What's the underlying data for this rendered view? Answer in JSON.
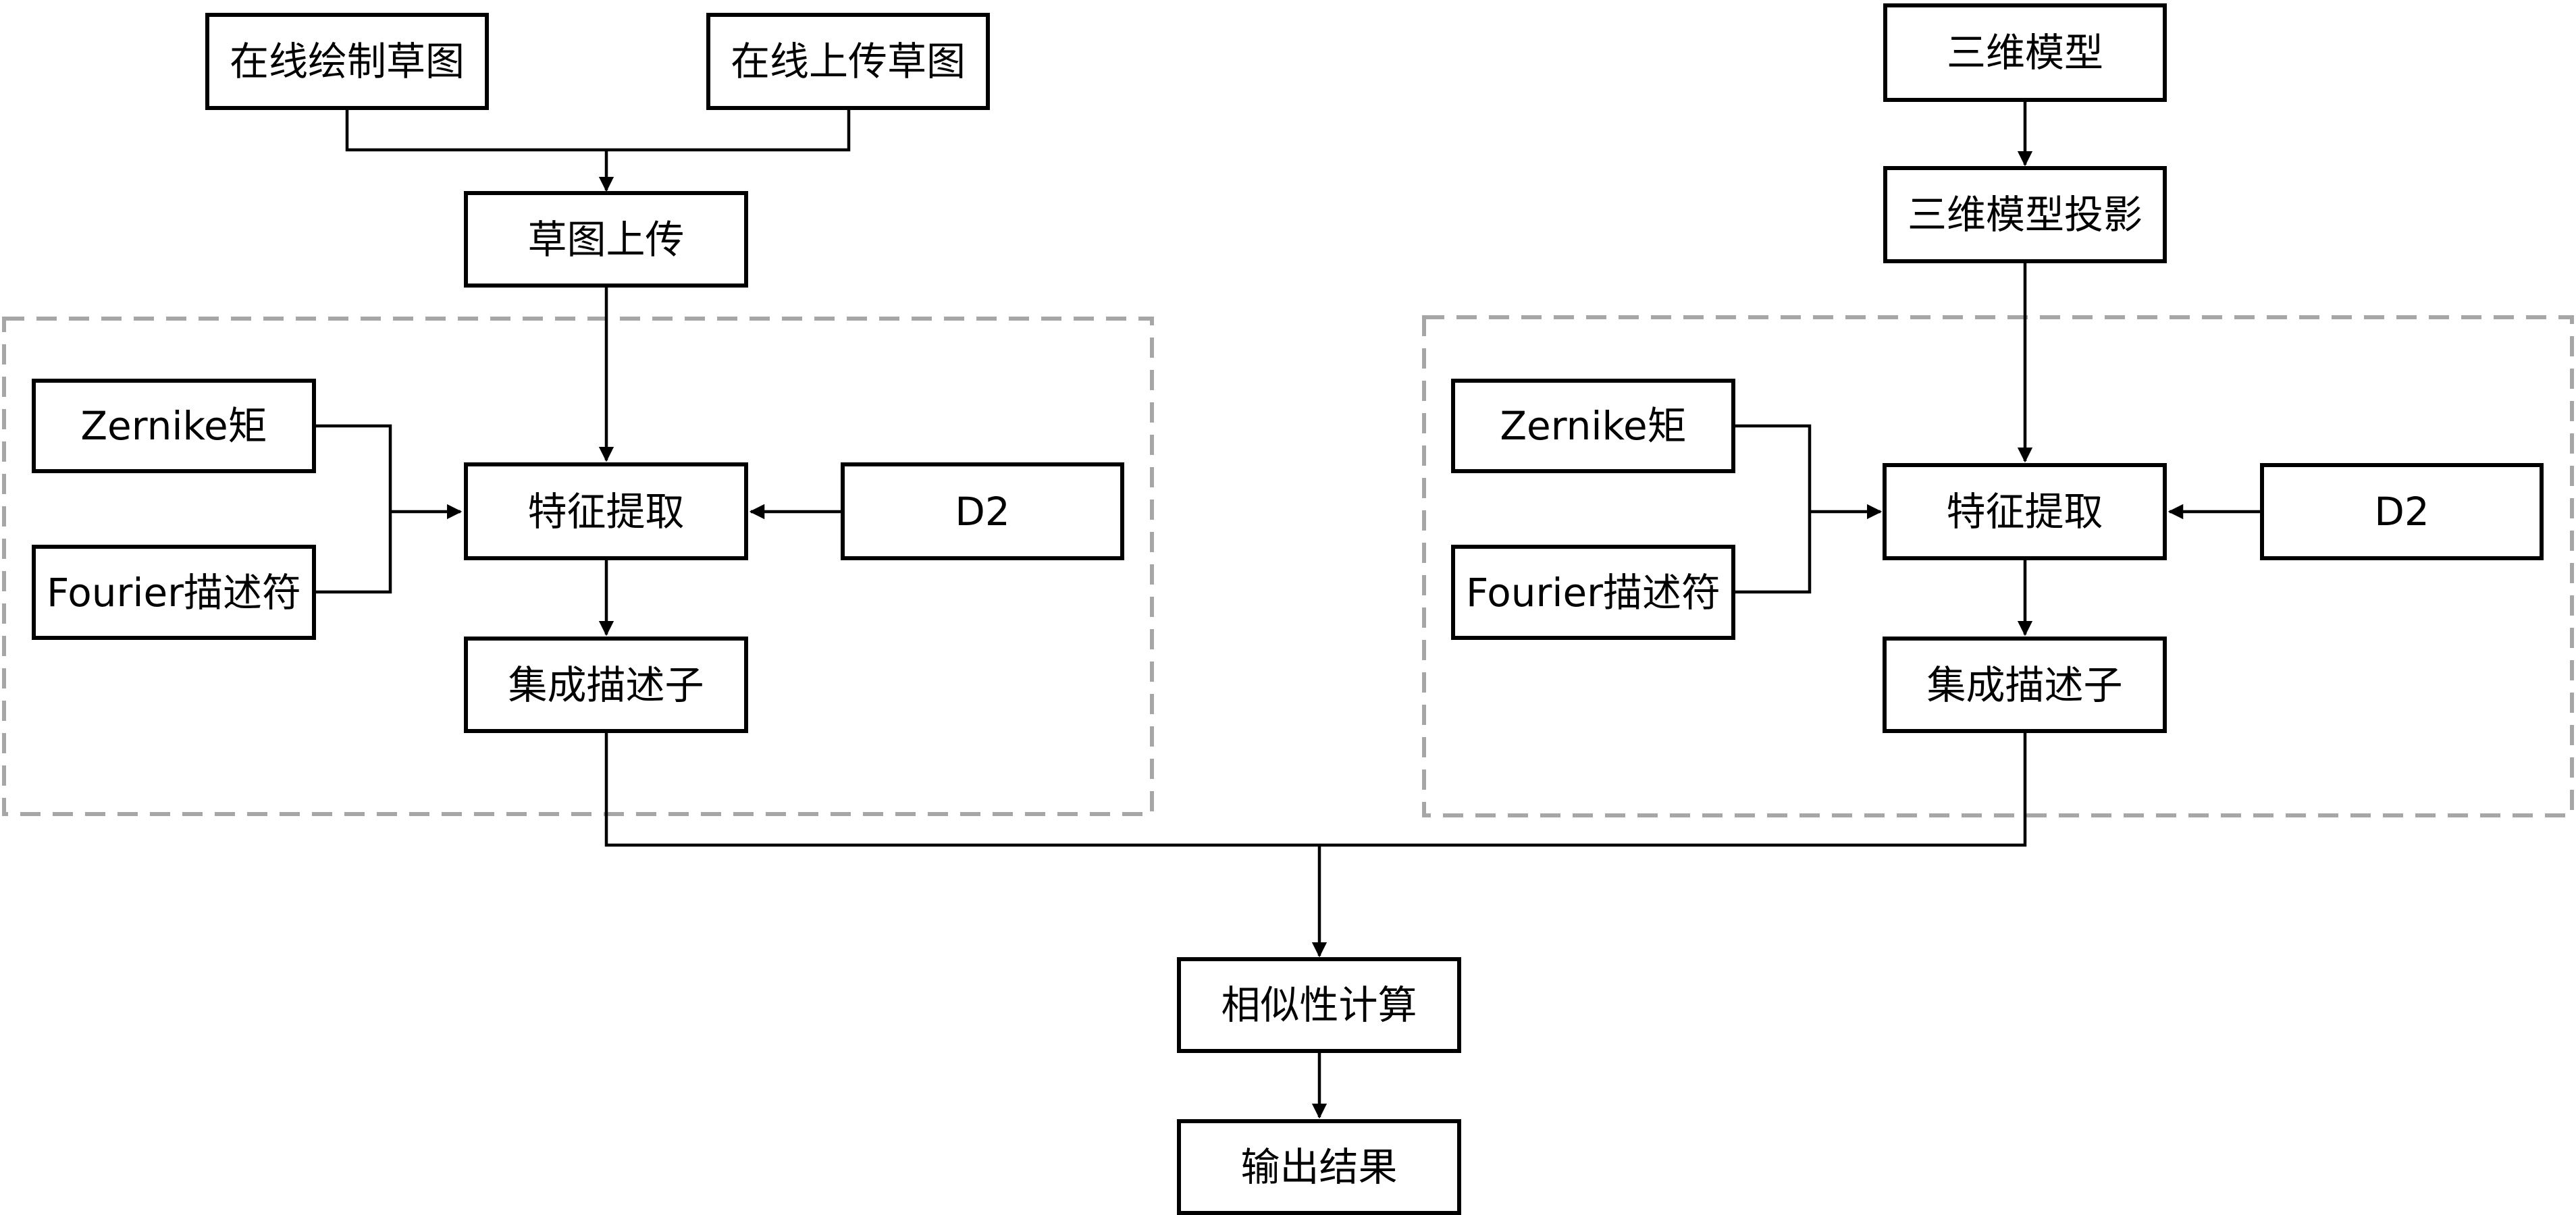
{
  "nodes": {
    "draw_sketch": "在线绘制草图",
    "upload_sketch_online": "在线上传草图",
    "sketch_upload": "草图上传",
    "model_3d": "三维模型",
    "model_projection": "三维模型投影",
    "left_group": {
      "zernike": "Zernike矩",
      "fourier": "Fourier描述符",
      "feature_extraction": "特征提取",
      "d2": "D2",
      "ensemble_descriptor": "集成描述子"
    },
    "right_group": {
      "zernike": "Zernike矩",
      "fourier": "Fourier描述符",
      "feature_extraction": "特征提取",
      "d2": "D2",
      "ensemble_descriptor": "集成描述子"
    },
    "similarity": "相似性计算",
    "output": "输出结果"
  },
  "colors": {
    "line": "#000000",
    "group_border": "#a6a6a6"
  }
}
